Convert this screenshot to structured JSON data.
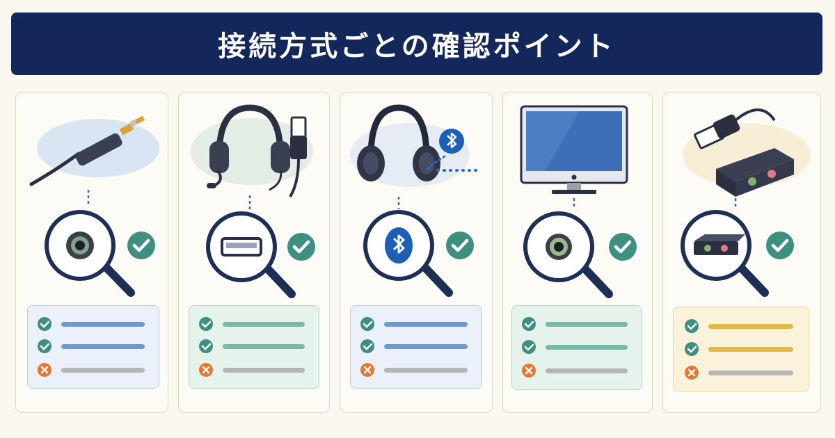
{
  "header": {
    "title": "接続方式ごとの確認ポイント"
  },
  "colors": {
    "navy": "#14275a",
    "check_green": "#3e8f7f",
    "cross_orange": "#e4782e",
    "blue_line": "#6c9bd4",
    "green_line": "#79b9a6",
    "yellow_line": "#e4b94a",
    "gray_line": "#b5b5b5"
  },
  "cards": [
    {
      "id": "analog-3.5mm",
      "device_icon": "audio-plug-icon",
      "lens_icon": "audio-jack-icon",
      "theme": "blue",
      "checklist": [
        {
          "status": "check"
        },
        {
          "status": "check"
        },
        {
          "status": "cross"
        }
      ]
    },
    {
      "id": "usb",
      "device_icon": "usb-headset-icon",
      "lens_icon": "usb-port-icon",
      "theme": "green",
      "checklist": [
        {
          "status": "check"
        },
        {
          "status": "check"
        },
        {
          "status": "cross"
        }
      ]
    },
    {
      "id": "bluetooth",
      "device_icon": "bluetooth-headphones-icon",
      "lens_icon": "bluetooth-icon",
      "theme": "blue",
      "checklist": [
        {
          "status": "check"
        },
        {
          "status": "check"
        },
        {
          "status": "cross"
        }
      ]
    },
    {
      "id": "monitor",
      "device_icon": "monitor-icon",
      "lens_icon": "audio-jack-icon",
      "theme": "green",
      "checklist": [
        {
          "status": "check"
        },
        {
          "status": "check"
        },
        {
          "status": "cross"
        }
      ]
    },
    {
      "id": "usb-adapter",
      "device_icon": "usb-audio-adapter-icon",
      "lens_icon": "adapter-jacks-icon",
      "theme": "yellow",
      "checklist": [
        {
          "status": "check"
        },
        {
          "status": "check"
        },
        {
          "status": "cross"
        }
      ]
    }
  ]
}
